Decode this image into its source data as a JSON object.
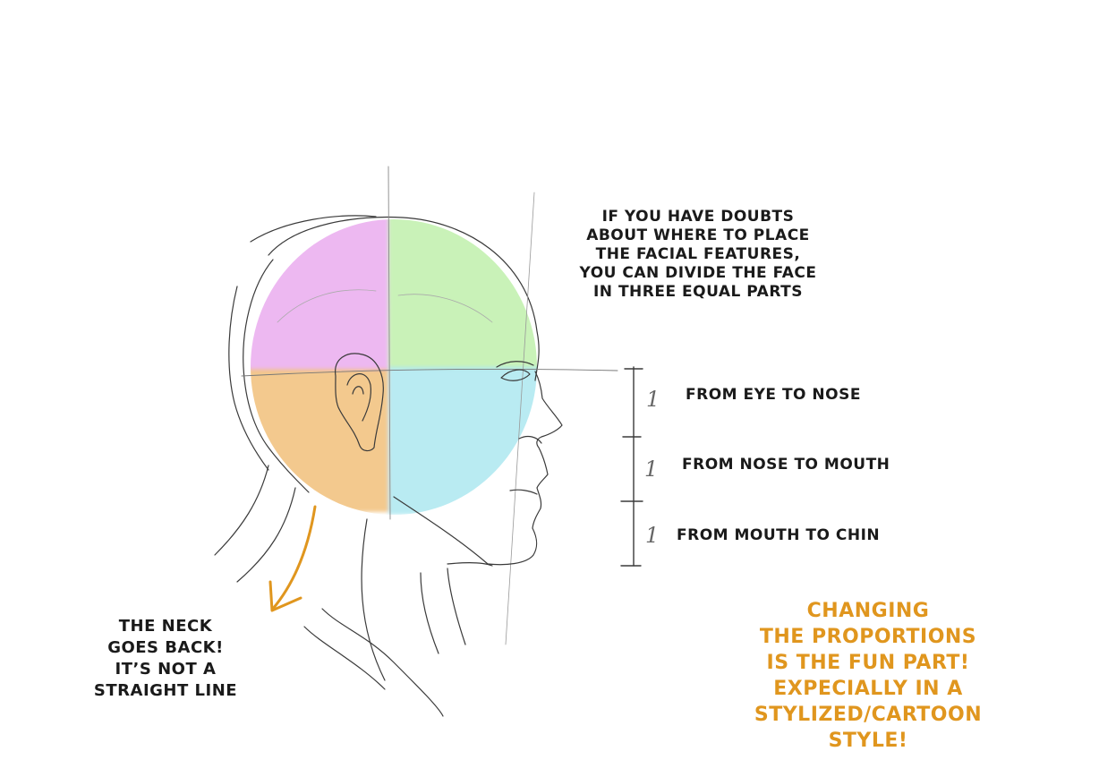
{
  "notes": {
    "doubts": [
      "IF YOU HAVE DOUBTS",
      "ABOUT WHERE TO PLACE",
      "THE FACIAL FEATURES,",
      "YOU CAN DIVIDE THE FACE",
      "IN THREE EQUAL PARTS"
    ],
    "neck": [
      "THE NECK",
      "GOES BACK!",
      "IT’S NOT A",
      "STRAIGHT LINE"
    ],
    "fun": [
      "CHANGING",
      "THE PROPORTIONS",
      "IS THE FUN PART!",
      "EXPECIALLY IN A",
      "STYLIZED/CARTOON",
      "STYLE!"
    ]
  },
  "proportions": [
    {
      "number": "1",
      "label": "FROM EYE TO NOSE"
    },
    {
      "number": "1",
      "label": "FROM NOSE TO MOUTH"
    },
    {
      "number": "1",
      "label": "FROM MOUTH TO CHIN"
    }
  ],
  "colors": {
    "back_top": "#e9a6ee",
    "front_top": "#bff0ab",
    "back_bottom": "#f1bf79",
    "front_bottom": "#a7e6ef",
    "arrow": "#e0961e",
    "pencil": "#3a3a3a"
  }
}
